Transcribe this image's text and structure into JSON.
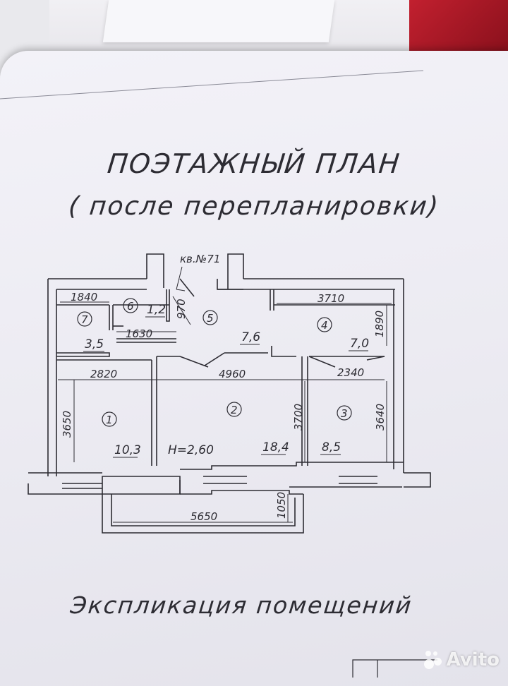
{
  "plan": {
    "title": "ПОЭТАЖНЫЙ ПЛАН",
    "subtitle": "( после перепланировки)",
    "apartment_label": "кв.№71",
    "ceiling_height": "H=2,60",
    "rooms": [
      {
        "id": "1",
        "area": "10,3"
      },
      {
        "id": "2",
        "area": "18,4"
      },
      {
        "id": "3",
        "area": "8,5"
      },
      {
        "id": "4",
        "area": "7,0"
      },
      {
        "id": "5",
        "area": "7,6"
      },
      {
        "id": "6",
        "area": "1,2"
      },
      {
        "id": "7",
        "area": "3,5"
      }
    ],
    "dimensions": {
      "d1840": "1840",
      "d970": "970",
      "d3710": "3710",
      "d1890": "1890",
      "d1630": "1630",
      "d2820": "2820",
      "d4960": "4960",
      "d2340": "2340",
      "d3650": "3650",
      "d3700": "3700",
      "d3640": "3640",
      "d5650": "5650",
      "d1050": "1050"
    }
  },
  "explication": {
    "title": "Экспликация помещений"
  },
  "watermark": {
    "text": "Avito"
  }
}
